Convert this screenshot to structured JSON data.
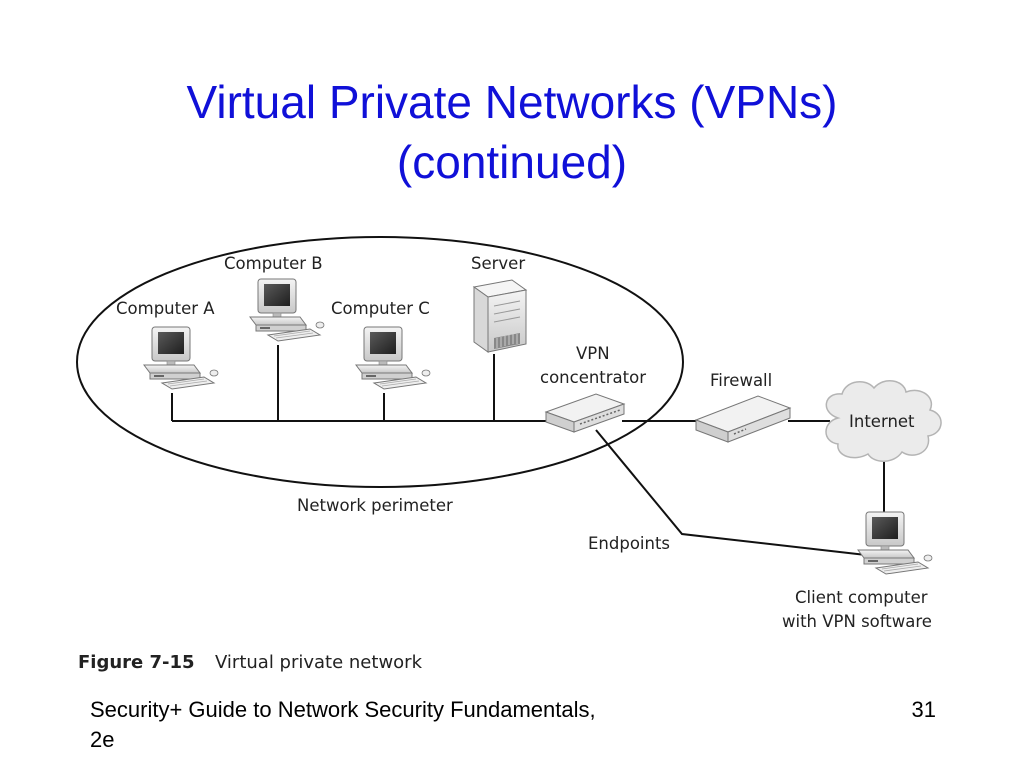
{
  "slide": {
    "title_line1": "Virtual Private Networks (VPNs)",
    "title_line2": "(continued)",
    "title_color": "#1010d8"
  },
  "diagram": {
    "labels": {
      "computer_a": "Computer A",
      "computer_b": "Computer B",
      "computer_c": "Computer C",
      "server": "Server",
      "vpn_line1": "VPN",
      "vpn_line2": "concentrator",
      "firewall": "Firewall",
      "internet": "Internet",
      "network_perimeter": "Network perimeter",
      "endpoints": "Endpoints",
      "client_line1": "Client computer",
      "client_line2": "with VPN software"
    },
    "icons": {
      "computer": "desktop-computer-icon",
      "server": "server-tower-icon",
      "vpn": "vpn-concentrator-device-icon",
      "firewall": "firewall-device-icon",
      "internet": "cloud-icon"
    }
  },
  "caption": {
    "figure_number": "Figure 7-15",
    "figure_text": "Virtual private network"
  },
  "footer": {
    "book_title": "Security+ Guide to Network Security Fundamentals, 2e",
    "page_number": "31"
  }
}
